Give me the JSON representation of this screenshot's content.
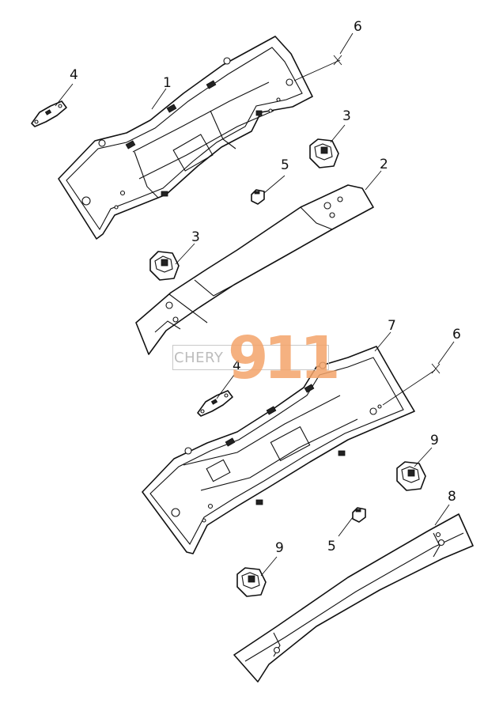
{
  "callouts": {
    "c1": "1",
    "c2": "2",
    "c3a": "3",
    "c3b": "3",
    "c4a": "4",
    "c4b": "4",
    "c5a": "5",
    "c5b": "5",
    "c6a": "6",
    "c6b": "6",
    "c7": "7",
    "c8": "8",
    "c9a": "9",
    "c9b": "9"
  },
  "watermark": {
    "brand": "CHERY",
    "number": "911",
    "color": "#f4a46a"
  }
}
